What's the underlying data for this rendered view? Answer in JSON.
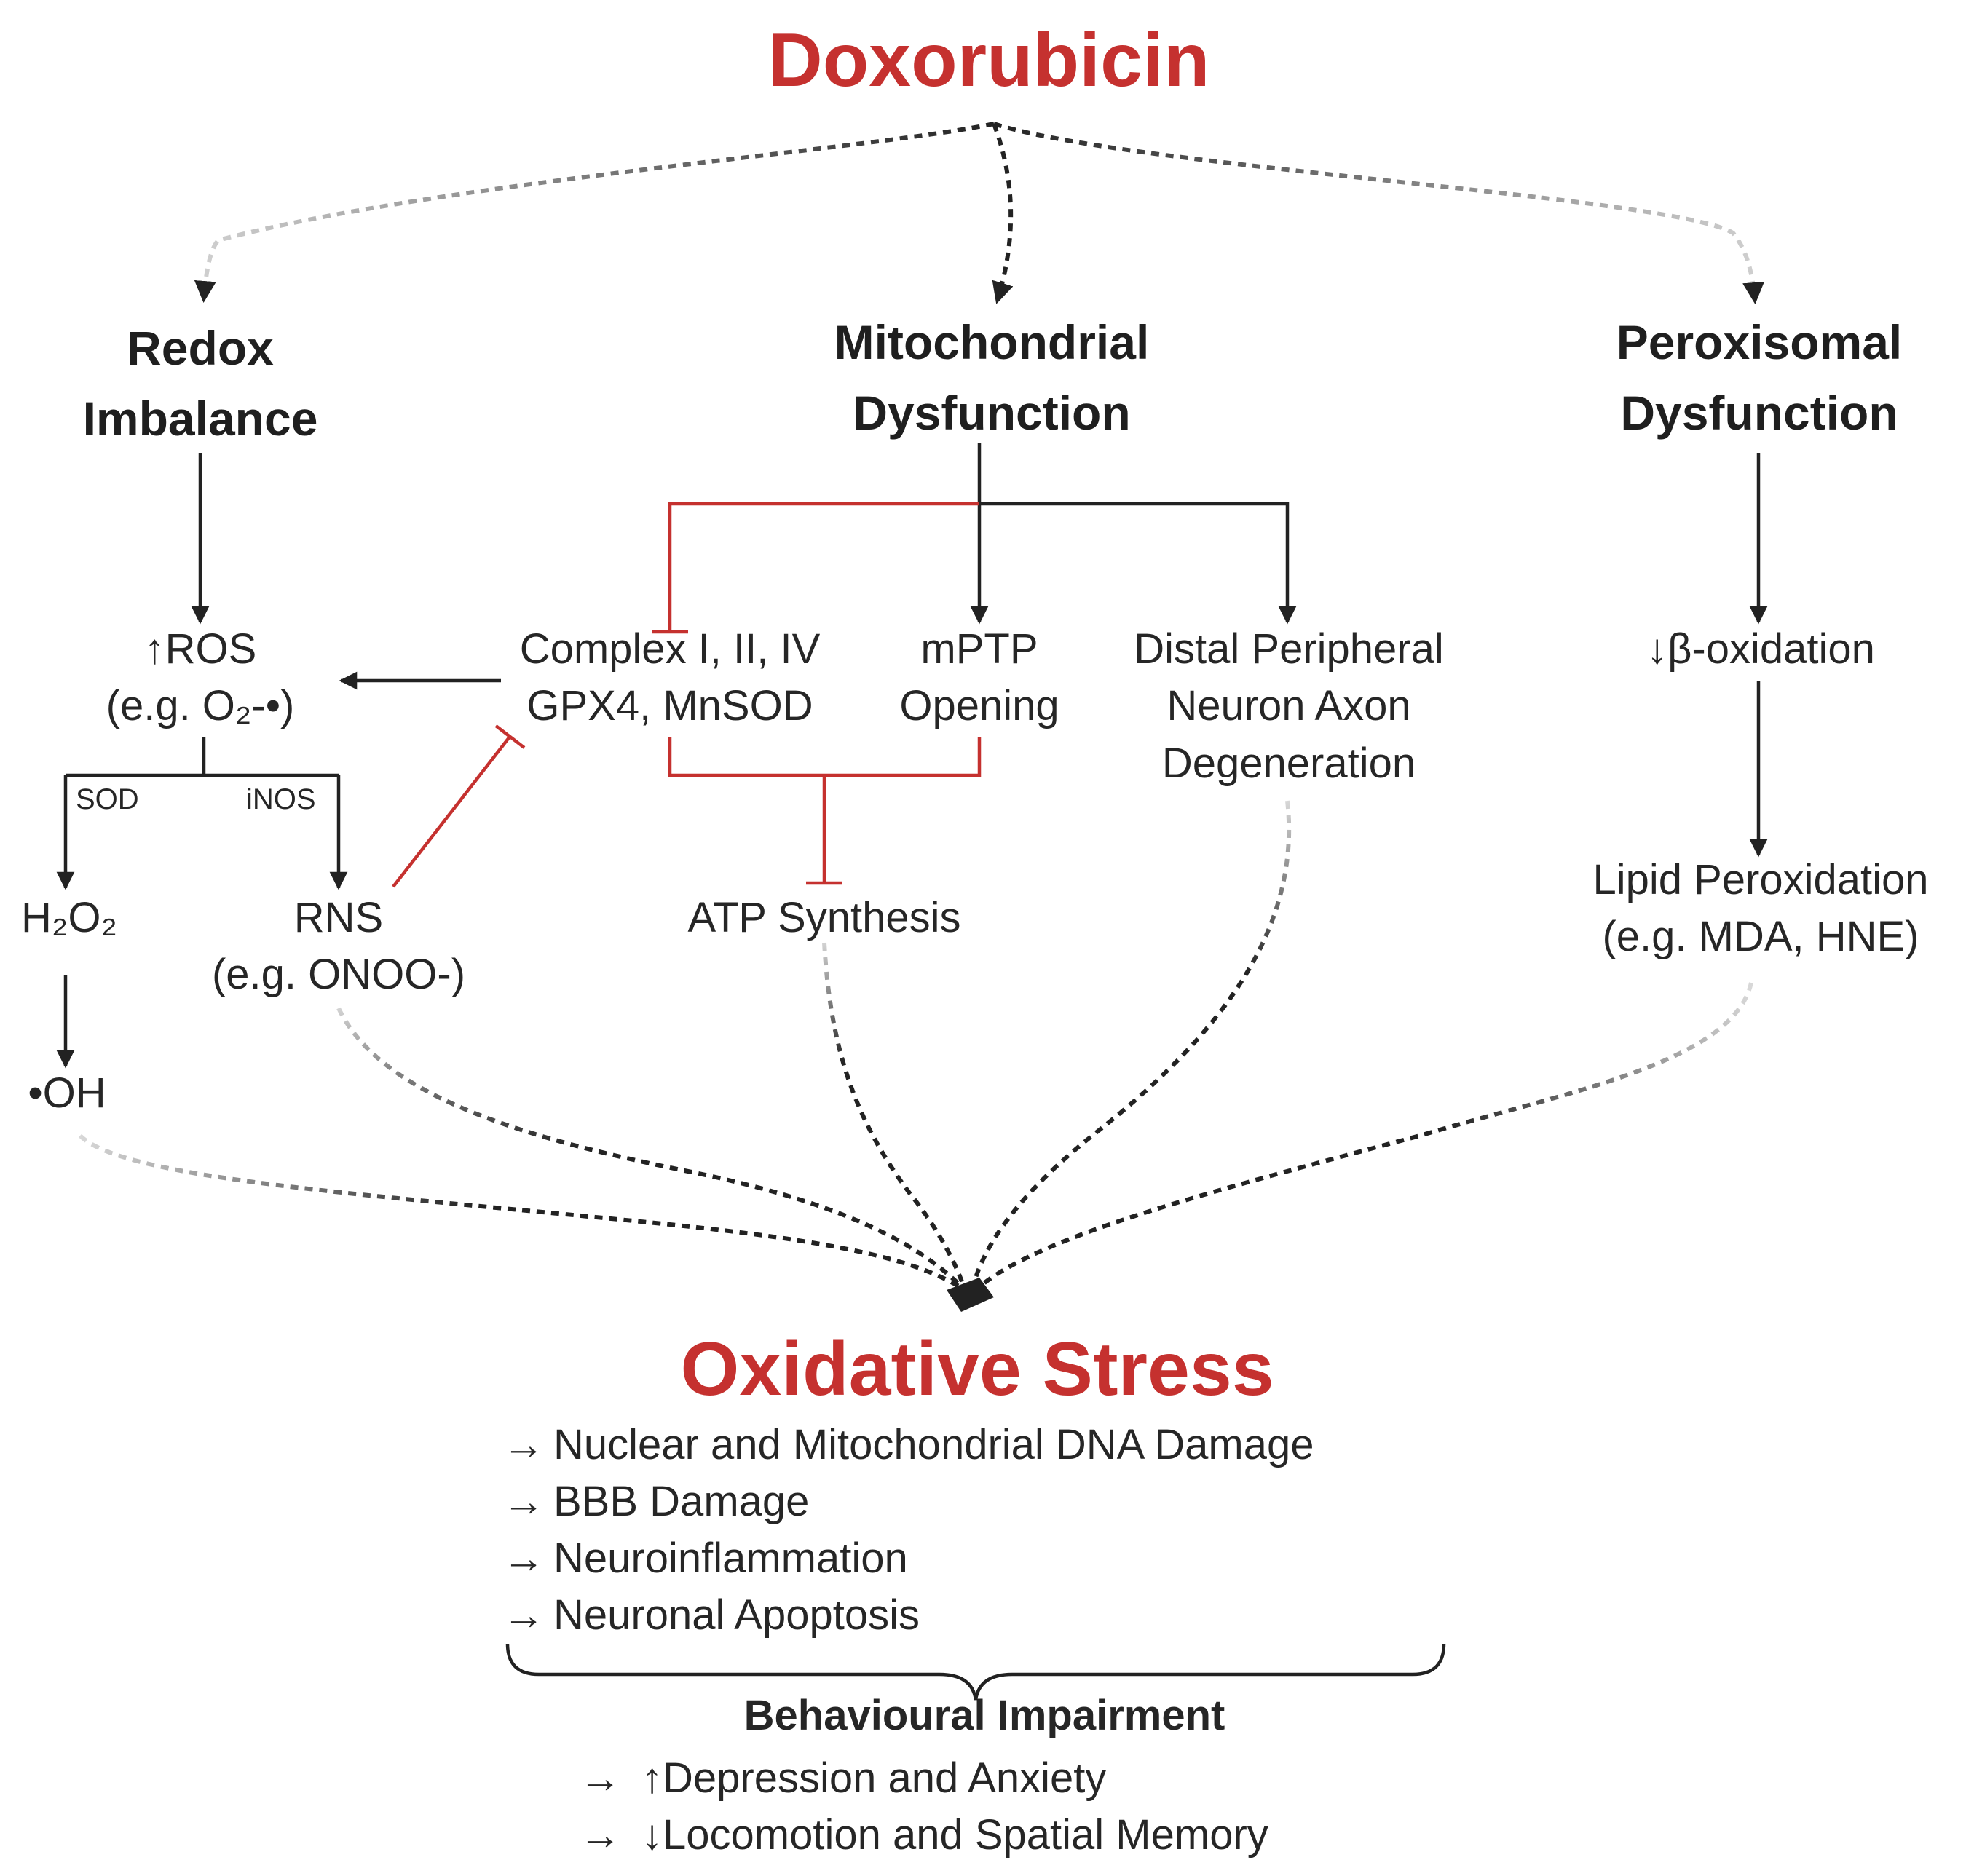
{
  "title": "Doxorubicin",
  "branches": {
    "redox": [
      "Redox",
      "Imbalance"
    ],
    "mito": [
      "Mitochondrial",
      "Dysfunction"
    ],
    "perox": [
      "Peroxisomal",
      "Dysfunction"
    ]
  },
  "nodes": {
    "ros": [
      "↑ROS",
      "(e.g. O₂-•)"
    ],
    "complex": [
      "Complex I, II, IV",
      "GPX4, MnSOD"
    ],
    "mptp": [
      "mPTP",
      "Opening"
    ],
    "distal": [
      "Distal Peripheral",
      "Neuron Axon",
      "Degeneration"
    ],
    "beta": "↓β-oxidation",
    "lipid": [
      "Lipid Peroxidation",
      "(e.g. MDA, HNE)"
    ],
    "h2o2": "H₂O₂",
    "oh": "•OH",
    "rns": [
      "RNS",
      "(e.g. ONOO-)"
    ],
    "atp": "ATP Synthesis",
    "sod": "SOD",
    "inos": "iNOS"
  },
  "outcome": {
    "title": "Oxidative Stress",
    "arrow_glyph": "→",
    "effects": [
      "Nuclear and Mitochondrial DNA Damage",
      "BBB Damage",
      "Neuroinflammation",
      "Neuronal Apoptosis"
    ],
    "behaviour_title": "Behavioural Impairment",
    "behaviour": [
      "↑Depression and Anxiety",
      "↓Locomotion and Spatial Memory"
    ]
  },
  "colors": {
    "accent_red": "#c5312f",
    "line_dark": "#222222",
    "dotted_fade": "#bdbdbd"
  }
}
